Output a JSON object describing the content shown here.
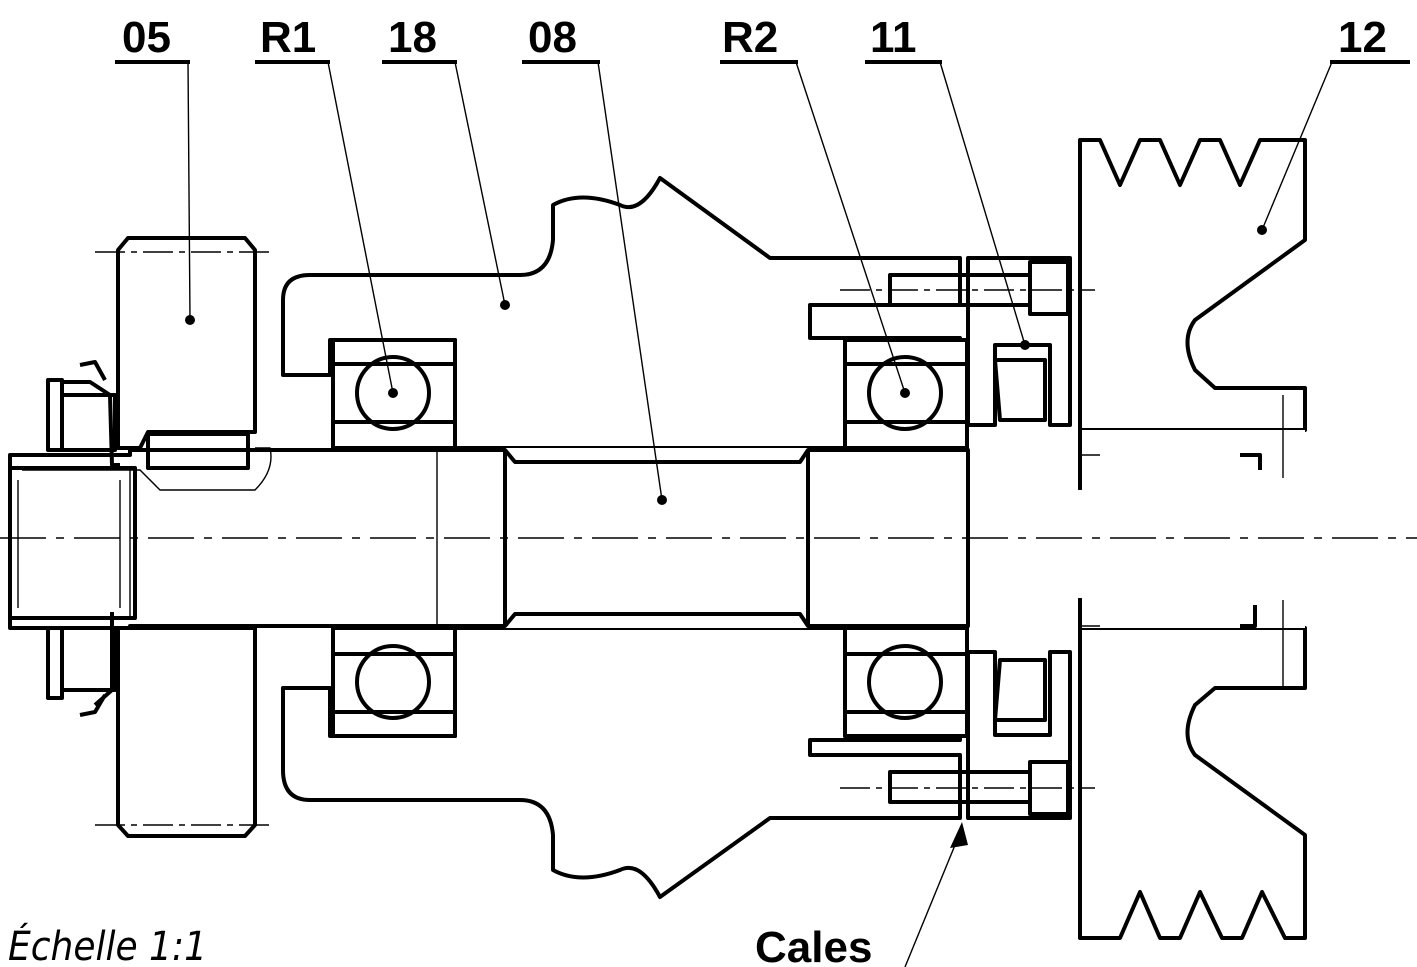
{
  "labels": {
    "p05": "05",
    "r1": "R1",
    "p18": "18",
    "p08": "08",
    "r2": "R2",
    "p11": "11",
    "p12": "12"
  },
  "note_cales": "Cales",
  "scale_text": "Échelle 1:1"
}
